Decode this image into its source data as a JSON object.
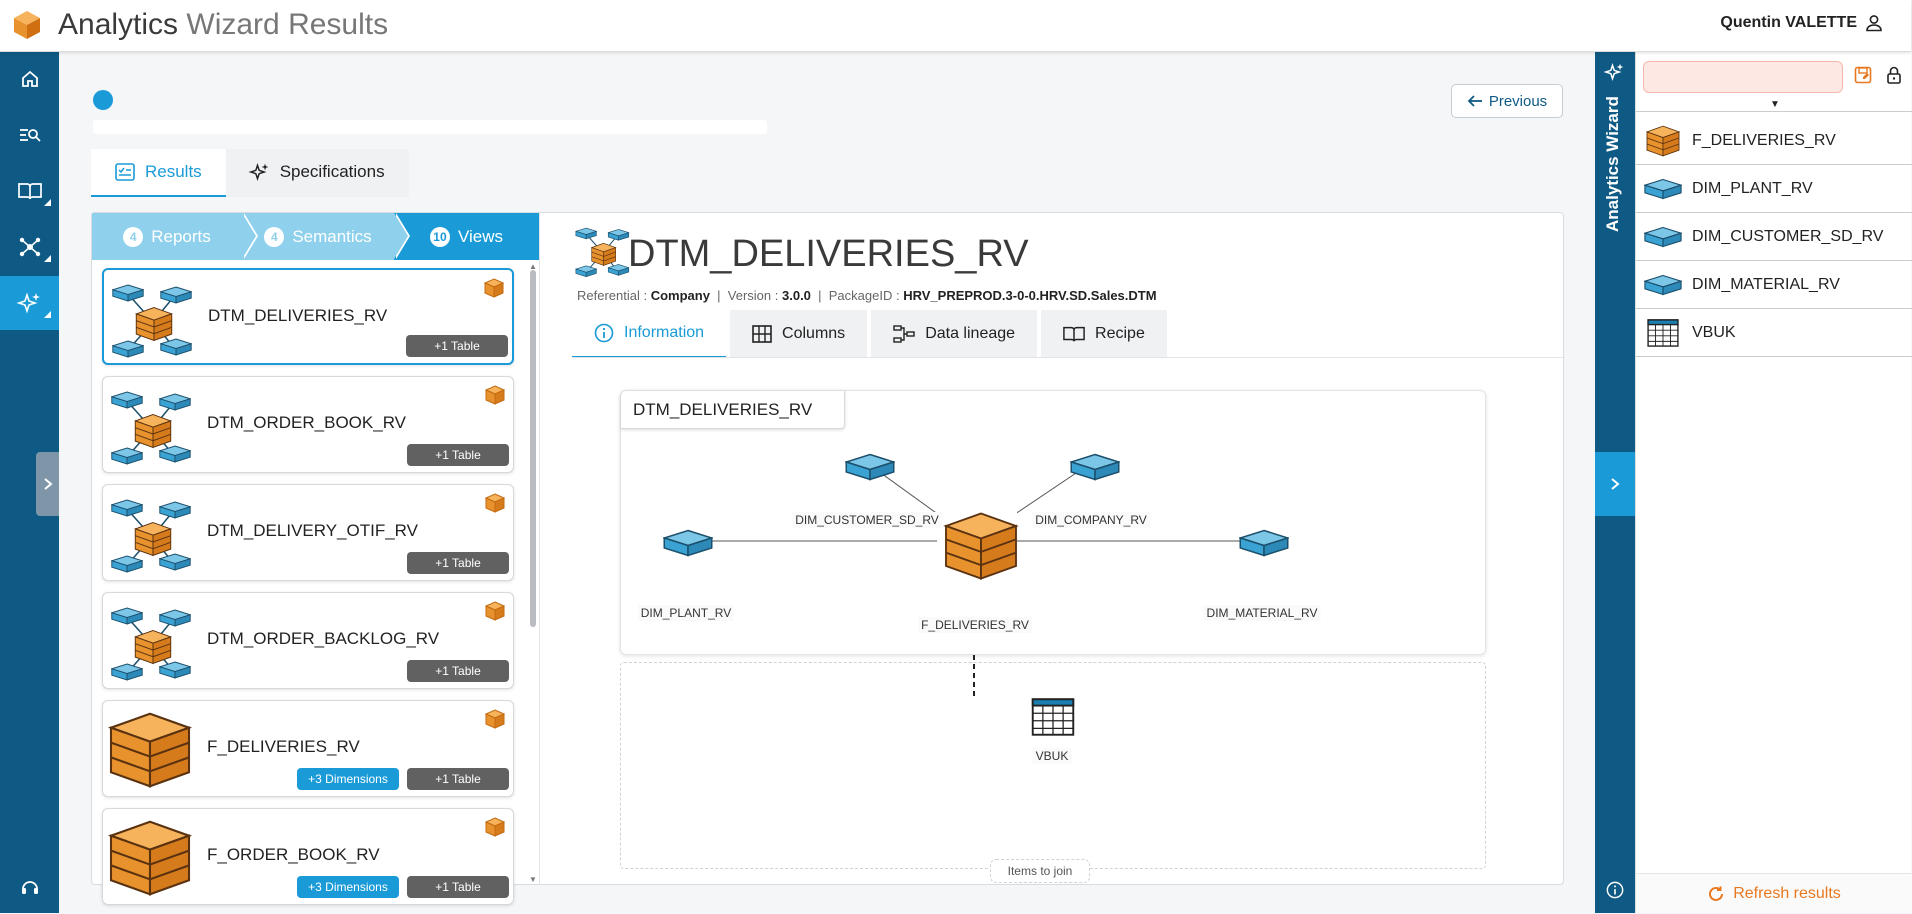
{
  "app": {
    "title_main": "Analytics",
    "title_sub": "Wizard Results",
    "user": "Quentin VALETTE"
  },
  "nav": {
    "items": [
      "home-icon",
      "search-list-icon",
      "book-icon",
      "network-icon",
      "sparkles-icon"
    ],
    "footer_icon": "support-icon"
  },
  "toolbar": {
    "previous_label": "Previous"
  },
  "tabs": [
    {
      "label": "Results",
      "icon": "checklist-icon",
      "active": true
    },
    {
      "label": "Specifications",
      "icon": "sparkles-icon",
      "active": false
    }
  ],
  "crumbs": [
    {
      "count": "4",
      "label": "Reports"
    },
    {
      "count": "4",
      "label": "Semantics"
    },
    {
      "count": "10",
      "label": "Views"
    }
  ],
  "results": [
    {
      "name": "DTM_DELIVERIES_RV",
      "badges": [
        {
          "label": "+1 Table",
          "kind": "gray"
        }
      ],
      "thumb": "star-schema",
      "selected": true
    },
    {
      "name": "DTM_ORDER_BOOK_RV",
      "badges": [
        {
          "label": "+1 Table",
          "kind": "gray"
        }
      ],
      "thumb": "star-schema",
      "selected": false
    },
    {
      "name": "DTM_DELIVERY_OTIF_RV",
      "badges": [
        {
          "label": "+1 Table",
          "kind": "gray"
        }
      ],
      "thumb": "star-schema",
      "selected": false
    },
    {
      "name": "DTM_ORDER_BACKLOG_RV",
      "badges": [
        {
          "label": "+1 Table",
          "kind": "gray"
        }
      ],
      "thumb": "star-schema",
      "selected": false
    },
    {
      "name": "F_DELIVERIES_RV",
      "badges": [
        {
          "label": "+3 Dimensions",
          "kind": "blue"
        },
        {
          "label": "+1 Table",
          "kind": "gray"
        }
      ],
      "thumb": "fact-cube",
      "selected": false
    },
    {
      "name": "F_ORDER_BOOK_RV",
      "badges": [
        {
          "label": "+3 Dimensions",
          "kind": "blue"
        },
        {
          "label": "+1 Table",
          "kind": "gray"
        }
      ],
      "thumb": "fact-cube",
      "selected": false
    }
  ],
  "detail": {
    "title": "DTM_DELIVERIES_RV",
    "referential_label": "Referential :",
    "referential": "Company",
    "version_label": "Version :",
    "version": "3.0.0",
    "package_label": "PackageID :",
    "package": "HRV_PREPROD.3-0-0.HRV.SD.Sales.DTM",
    "tabs": [
      {
        "label": "Information",
        "icon": "info-icon",
        "active": true
      },
      {
        "label": "Columns",
        "icon": "grid-icon",
        "active": false
      },
      {
        "label": "Data lineage",
        "icon": "lineage-icon",
        "active": false
      },
      {
        "label": "Recipe",
        "icon": "open-book-icon",
        "active": false
      }
    ],
    "graph_title": "DTM_DELIVERIES_RV",
    "graph_nodes": {
      "customer": "DIM_CUSTOMER_SD_RV",
      "company": "DIM_COMPANY_RV",
      "plant": "DIM_PLANT_RV",
      "material": "DIM_MATERIAL_RV",
      "fact": "F_DELIVERIES_RV",
      "table": "VBUK"
    },
    "join_label": "Items to join"
  },
  "right_panel": {
    "vertical_title": "Analytics Wizard",
    "items": [
      {
        "label": "F_DELIVERIES_RV",
        "icon": "fact-cube-icon"
      },
      {
        "label": "DIM_PLANT_RV",
        "icon": "dimension-icon"
      },
      {
        "label": "DIM_CUSTOMER_SD_RV",
        "icon": "dimension-icon"
      },
      {
        "label": "DIM_MATERIAL_RV",
        "icon": "dimension-icon"
      },
      {
        "label": "VBUK",
        "icon": "table-icon"
      }
    ],
    "refresh_label": "Refresh results"
  },
  "colors": {
    "nav_bg": "#0f5a85",
    "accent": "#1a9bd7",
    "fact_orange": "#e8922e",
    "refresh_orange": "#e8781f"
  }
}
